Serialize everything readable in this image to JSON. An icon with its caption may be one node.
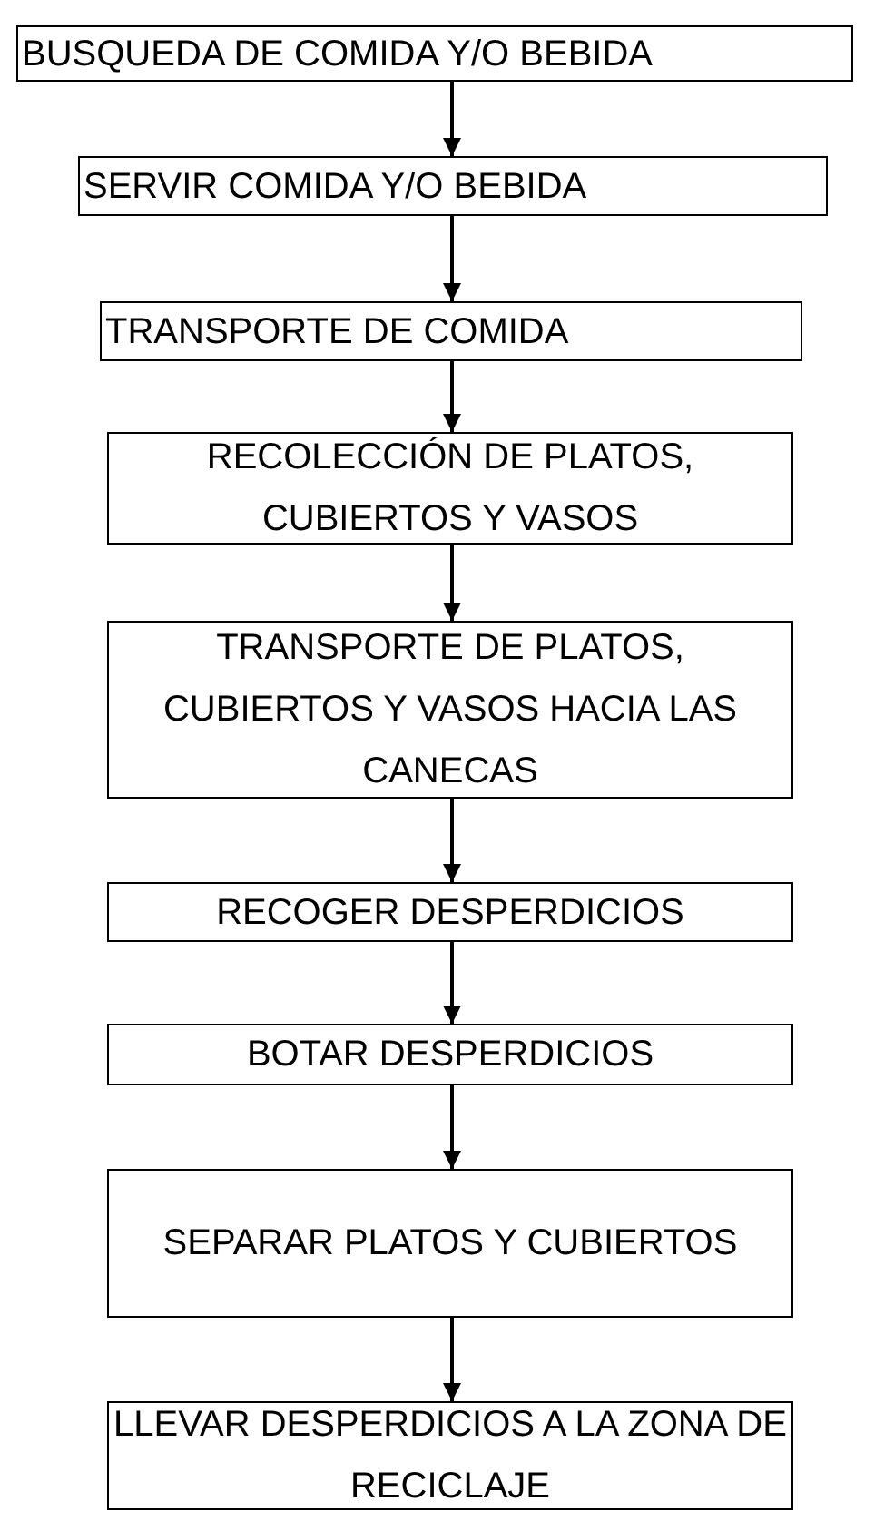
{
  "diagram": {
    "nodes": [
      {
        "text": [
          "BUSQUEDA DE COMIDA Y/O BEBIDA"
        ]
      },
      {
        "text": [
          "SERVIR COMIDA Y/O BEBIDA"
        ]
      },
      {
        "text": [
          "TRANSPORTE DE COMIDA"
        ]
      },
      {
        "text": [
          "RECOLECCIÓN DE PLATOS, CUBIERTOS Y VASOS"
        ]
      },
      {
        "text": [
          "TRANSPORTE DE PLATOS, CUBIERTOS Y VASOS HACIA LAS CANECAS"
        ]
      },
      {
        "text": [
          "RECOGER DESPERDICIOS"
        ]
      },
      {
        "text": [
          "BOTAR DESPERDICIOS"
        ]
      },
      {
        "text": [
          "SEPARAR PLATOS Y CUBIERTOS"
        ]
      },
      {
        "text": [
          "LLEVAR DESPERDICIOS A LA ZONA DE RECICLAJE"
        ]
      }
    ],
    "edges": [
      {
        "from": 0,
        "to": 1,
        "arrow": "to"
      },
      {
        "from": 1,
        "to": 2,
        "arrow": "to"
      },
      {
        "from": 2,
        "to": 3,
        "arrow": "to"
      },
      {
        "from": 3,
        "to": 4,
        "arrow": "to"
      },
      {
        "from": 4,
        "to": 5,
        "arrow": "to"
      },
      {
        "from": 5,
        "to": 6,
        "arrow": "to"
      },
      {
        "from": 6,
        "to": 7,
        "arrow": "to"
      },
      {
        "from": 7,
        "to": 8,
        "arrow": "to"
      }
    ]
  }
}
